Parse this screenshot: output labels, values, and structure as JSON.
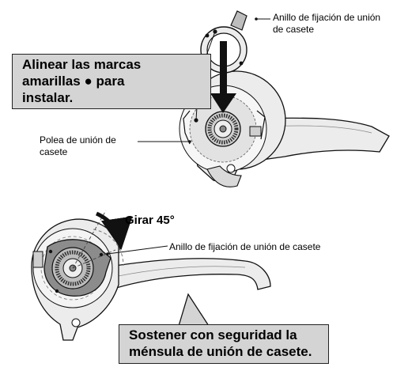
{
  "labels": {
    "ring_top": "Anillo de fijación de unión de casete",
    "pulley": "Polea de unión de casete",
    "ring_bottom": "Anillo de fijación de unión de casete"
  },
  "callout_top": {
    "line1": "Alinear las marcas",
    "line2_pre": "amarillas",
    "line2_post": "para",
    "line3": "instalar."
  },
  "rotate_label": "Girar 45°",
  "callout_bottom": {
    "line1": "Sostener con seguridad la",
    "line2": "ménsula de unión de casete."
  },
  "mark_symbol": "●",
  "colors": {
    "callout_fill": "#d4d4d4",
    "metal_light": "#ececec",
    "metal_mid": "#bdbdbd",
    "metal_dark": "#8a8a8a",
    "outline": "#111111"
  }
}
